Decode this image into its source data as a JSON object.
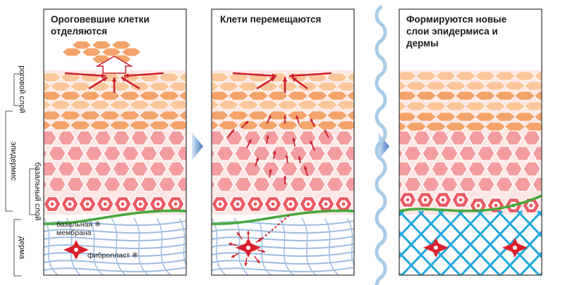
{
  "side_labels": {
    "stratum_corneum": "роговой слой",
    "epidermis": "эпидермис",
    "basal_layer": "базальный слой",
    "dermis": "дерма"
  },
  "panels": [
    {
      "title_lines": [
        "Ороговевшие клетки",
        "отделяются"
      ],
      "annotations": {
        "basement_membrane_lines": [
          "базальная ※",
          "мембрана"
        ],
        "fibroblast": "фибропласт ※"
      }
    },
    {
      "title_lines": [
        "Клети перемещаются"
      ]
    },
    {
      "title_lines": [
        "Формируются новые",
        "слои эпидермиса и",
        "дермы"
      ]
    }
  ],
  "colors": {
    "corneum_light": "#fbc79a",
    "corneum_dark": "#f4a46a",
    "epi_cell": "#f39da0",
    "epi_cell_edge": "#ffffff",
    "gap": "#fde7e4",
    "basal_cell": "#ea5b63",
    "membrane": "#47a83b",
    "fiber_old": "#9dbde0",
    "fiber_new": "#1ea7e0",
    "arrow": "#cc1f2e",
    "chevron": "#3f78c0",
    "wave": "#a9cbe8"
  }
}
